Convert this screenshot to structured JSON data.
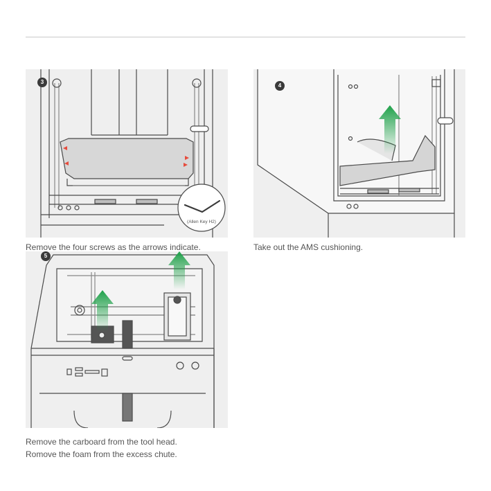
{
  "steps": [
    {
      "number": "3",
      "caption": "Remove the four screws as the arrows indicate.",
      "callout_label": "(Allen Key H2)"
    },
    {
      "number": "4",
      "caption": "Take out the AMS cushioning."
    },
    {
      "number": "5",
      "caption_lines": [
        "Remove the carboard from the tool head.",
        "Romove the foam from the excess chute."
      ]
    }
  ],
  "colors": {
    "panel_bg": "#efefef",
    "line": "#4a4a4a",
    "arrow_green": "#1fa14a",
    "screw_marker": "#e64b3c",
    "badge": "#3a3a3a"
  }
}
